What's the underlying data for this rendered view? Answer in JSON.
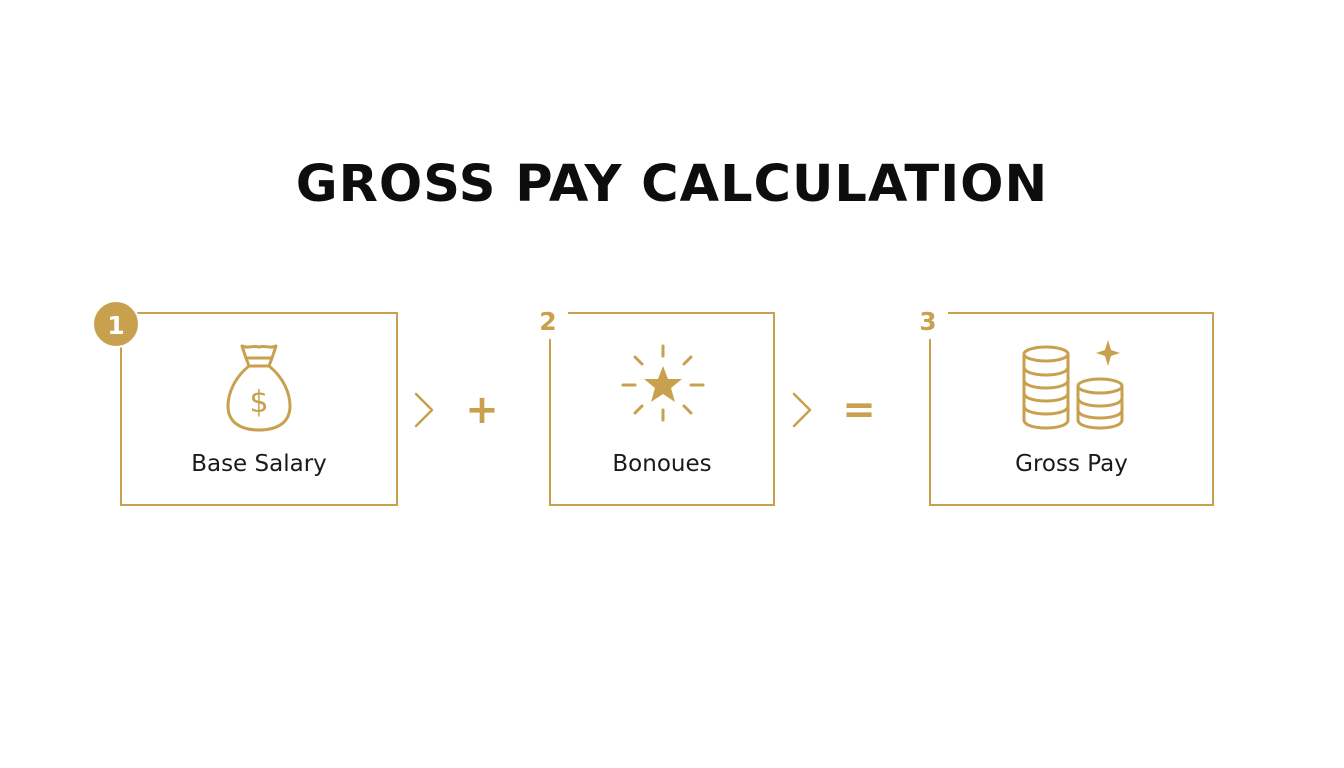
{
  "title": "GROSS PAY CALCULATION",
  "accent_color": "#C9A04E",
  "steps": [
    {
      "number": "1",
      "label": "Base Salary",
      "icon": "money-bag-icon"
    },
    {
      "number": "2",
      "label": "Bonoues",
      "icon": "star-burst-icon"
    },
    {
      "number": "3",
      "label": "Gross Pay",
      "icon": "coin-stacks-icon"
    }
  ],
  "operators": [
    "+",
    "="
  ]
}
